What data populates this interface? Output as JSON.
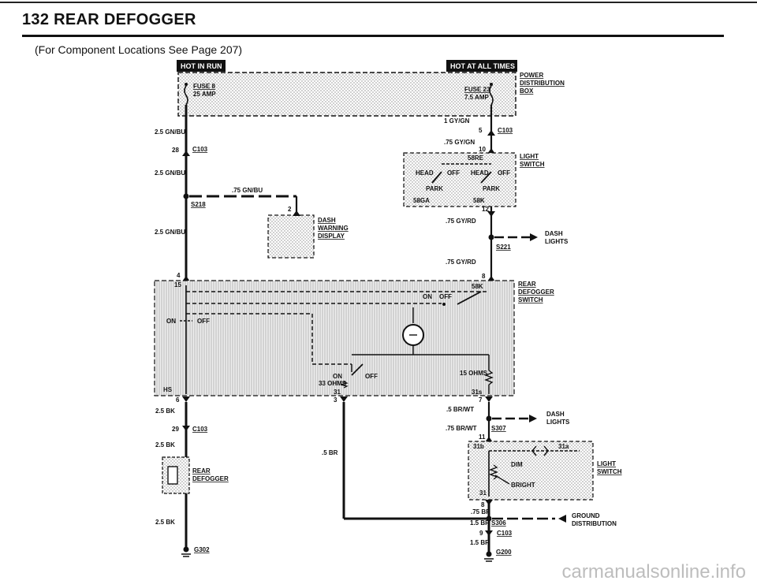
{
  "page": {
    "title": "132 REAR DEFOGGER",
    "subtitle": "(For Component Locations See Page 207)",
    "watermark": "carmanualsonline.info"
  },
  "tags": {
    "hot_in_run": "HOT IN RUN",
    "hot_at_all_times": "HOT AT ALL TIMES"
  },
  "power_box": {
    "fuse8": "FUSE 8",
    "fuse8_rating": "25 AMP",
    "fuse23": "FUSE 23",
    "fuse23_rating": "7.5 AMP",
    "label_line1": "POWER",
    "label_line2": "DISTRIBUTION",
    "label_line3": "BOX"
  },
  "left_wires": {
    "w1": "2.5 GN/BU",
    "c103_pin": "28",
    "c103": "C103",
    "w2": "2.5 GN/BU",
    "w3": ".75 GN/BU",
    "s218": "S218",
    "w4": "2.5 GN/BU",
    "pin4": "4",
    "pin15": "15"
  },
  "dash_warning": {
    "pin": "2",
    "line1": "DASH",
    "line2": "WARNING",
    "line3": "DISPLAY"
  },
  "right_wires": {
    "w1": "1 GY/GN",
    "c103_pin": "5",
    "c103": "C103",
    "w2": ".75 GY/GN",
    "pin10": "10",
    "w3": ".75 GY/RD",
    "pin12": "12",
    "s221": "S221",
    "w4": ".75 GY/RD",
    "pin8": "8",
    "dash_lights1": "DASH",
    "dash_lights2": "LIGHTS"
  },
  "light_switch": {
    "t58re": "58RE",
    "head_left": "HEAD",
    "off_left": "OFF",
    "head_right": "HEAD",
    "off_right": "OFF",
    "park_left": "PARK",
    "park_right": "PARK",
    "t58a": "58GA",
    "t58k": "58K",
    "label1": "LIGHT",
    "label2": "SWITCH"
  },
  "defogger_switch": {
    "t58k": "58K",
    "on": "ON",
    "off": "OFF",
    "on_left": "ON",
    "off_left": "OFF",
    "on_mid": "ON",
    "ohms33": "33 OHMS",
    "off_mid": "OFF",
    "ohms15": "15 OHMS",
    "t31_mid": "31",
    "t31_right": "31s",
    "hs": "HS",
    "pin6": "6",
    "pin3": "3",
    "pin7": "7",
    "label1": "REAR",
    "label2": "DEFOGGER",
    "label3": "SWITCH"
  },
  "bottom_left": {
    "w1": "2.5 BK",
    "c103_pin": "29",
    "c103": "C103",
    "w2": "2.5 BK",
    "defogger1": "REAR",
    "defogger2": "DEFOGGER",
    "w3": "2.5 BK",
    "g302": "G302"
  },
  "bottom_mid": {
    "w1": ".5 BR"
  },
  "bottom_right": {
    "w1": ".5 BR/WT",
    "w2": ".75 BR/WT",
    "s307": "S307",
    "pin11": "11",
    "dash_lights1": "DASH",
    "dash_lights2": "LIGHTS",
    "t31b": "31b",
    "t31a": "31a",
    "dim": "DIM",
    "bright": "BRIGHT",
    "t31": "31",
    "ls1": "LIGHT",
    "ls2": "SWITCH",
    "pin8": "8",
    "w3": ".75 BR",
    "w4": "1.5 BR",
    "s306": "S306",
    "c103_pin": "9",
    "c103": "C103",
    "w5": "1.5 BR",
    "g200": "G200",
    "gnd1": "GROUND",
    "gnd2": "DISTRIBUTION"
  }
}
